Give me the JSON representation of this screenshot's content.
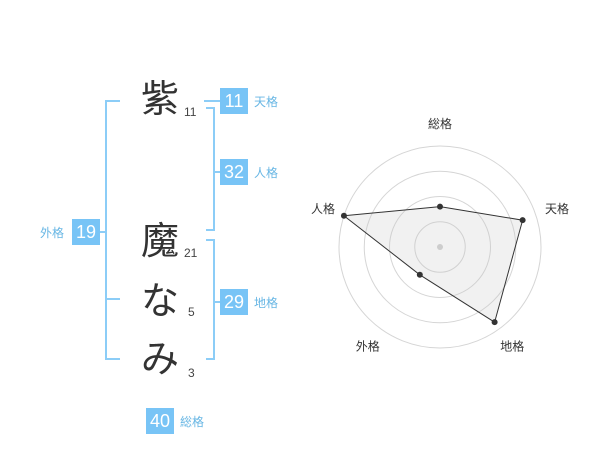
{
  "characters": [
    {
      "char": "紫",
      "strokes": "11"
    },
    {
      "char": "魔",
      "strokes": "21"
    },
    {
      "char": "な",
      "strokes": "5"
    },
    {
      "char": "み",
      "strokes": "3"
    }
  ],
  "fortunes": {
    "tenkaku": {
      "value": "11",
      "label": "天格"
    },
    "jinkaku": {
      "value": "32",
      "label": "人格"
    },
    "chikaku": {
      "value": "29",
      "label": "地格"
    },
    "gaikaku": {
      "value": "19",
      "label": "外格"
    },
    "soukaku": {
      "value": "40",
      "label": "総格"
    }
  },
  "colors": {
    "accent": "#78c4f6",
    "bracket": "#8ccdf7",
    "text": "#333333"
  },
  "chart_data": {
    "type": "radar",
    "axes": [
      "総格",
      "天格",
      "地格",
      "外格",
      "人格"
    ],
    "values": [
      2,
      4.3,
      4.6,
      1.7,
      5
    ],
    "max": 5,
    "rings": 4
  }
}
